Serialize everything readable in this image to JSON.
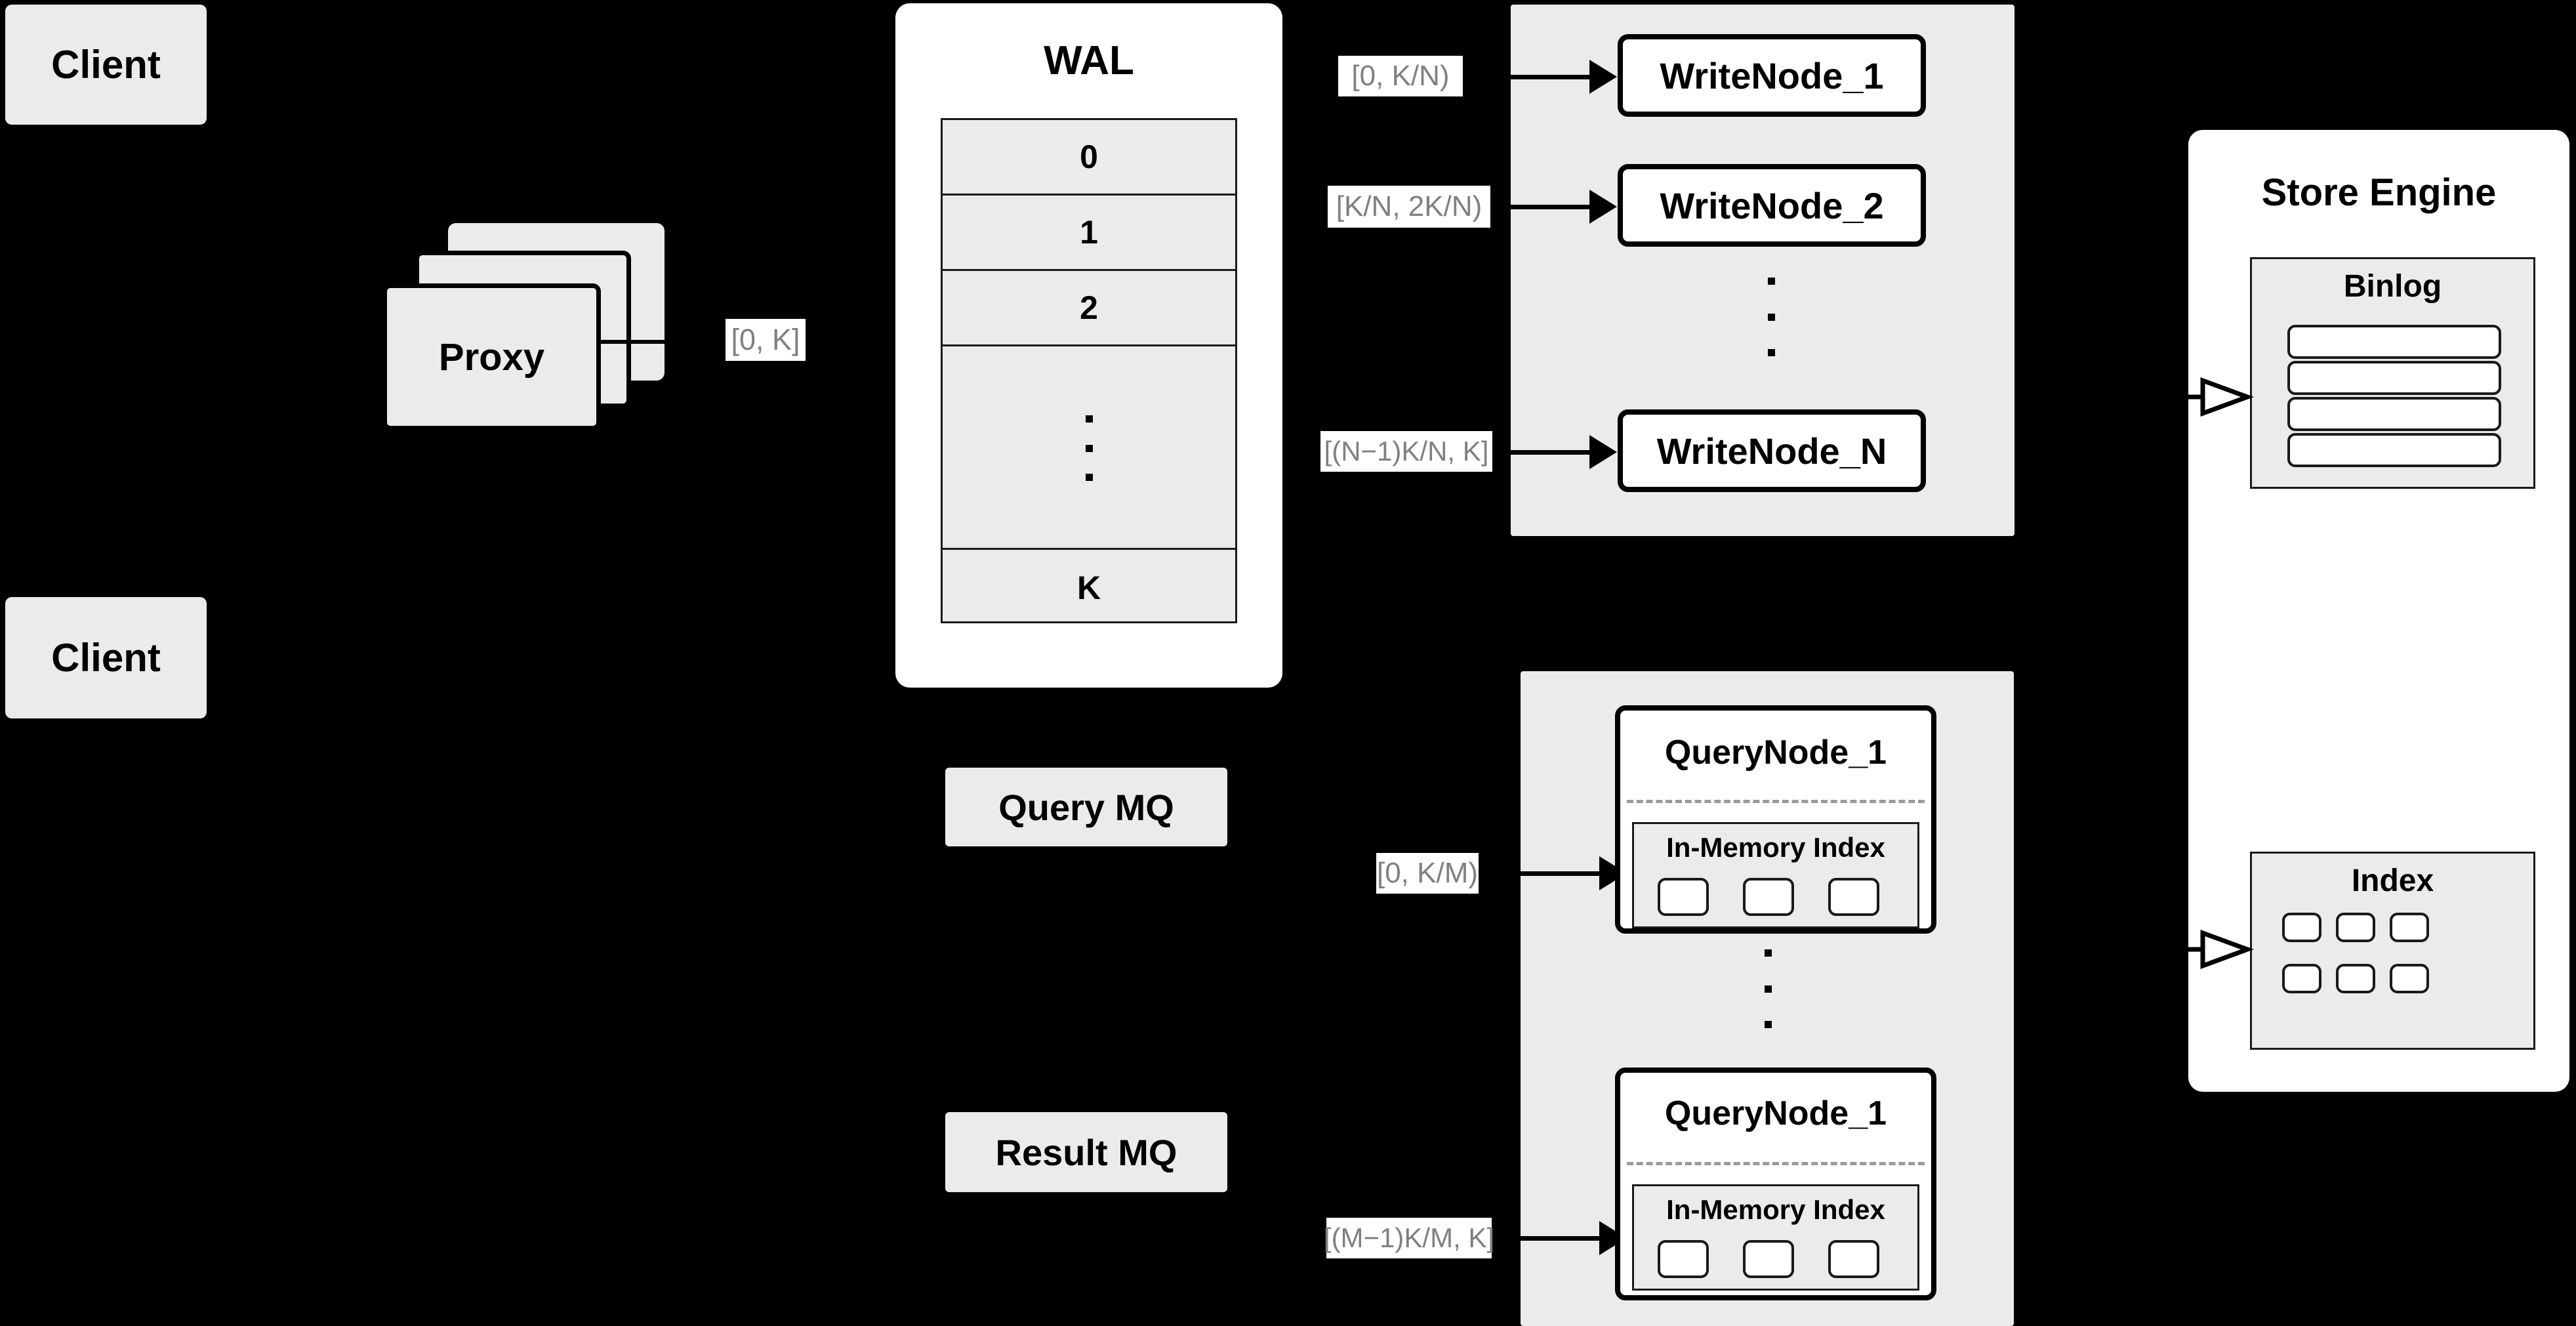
{
  "diagram": {
    "title": "Distributed Write/Query Architecture",
    "background_color": "#000000",
    "node_fill": "#ebebeb",
    "panel_fill": "#ffffff",
    "label_text_color": "#808080",
    "stroke_color": "#000000"
  },
  "clients": [
    {
      "label": "Client"
    },
    {
      "label": "Client"
    }
  ],
  "proxy": {
    "label": "Proxy",
    "stack_count": 3
  },
  "wal": {
    "title": "WAL",
    "rows": [
      "0",
      "1",
      "2",
      "⋮",
      "K"
    ],
    "ellipsis_row_index": 3
  },
  "queues": [
    {
      "label": "Query MQ"
    },
    {
      "label": "Result MQ"
    }
  ],
  "write_group": {
    "nodes": [
      {
        "label": "WriteNode_1",
        "range": "[0,  K/N)"
      },
      {
        "label": "WriteNode_2",
        "range": "[K/N, 2K/N)"
      },
      {
        "label": "WriteNode_N",
        "range": "[(N−1)K/N,  K]"
      }
    ],
    "ellipsis": "⋮"
  },
  "query_group": {
    "nodes": [
      {
        "label": "QueryNode_1",
        "range": "[0, K/M)",
        "index_title": "In-Memory Index",
        "index_slots": 3
      },
      {
        "label": "QueryNode_1",
        "range": "[(M−1)K/M, K]",
        "index_title": "In-Memory Index",
        "index_slots": 3
      }
    ],
    "ellipsis": "⋮"
  },
  "store_engine": {
    "title": "Store Engine",
    "binlog": {
      "title": "Binlog",
      "slots": 4
    },
    "index": {
      "title": "Index",
      "rows": 2,
      "cols": 3,
      "slots": 6
    }
  },
  "connectors": {
    "proxy_to_wal_label": "[0, K]",
    "binlog_arrow": "hollow-arrow-icon",
    "index_arrow": "hollow-arrow-icon"
  }
}
